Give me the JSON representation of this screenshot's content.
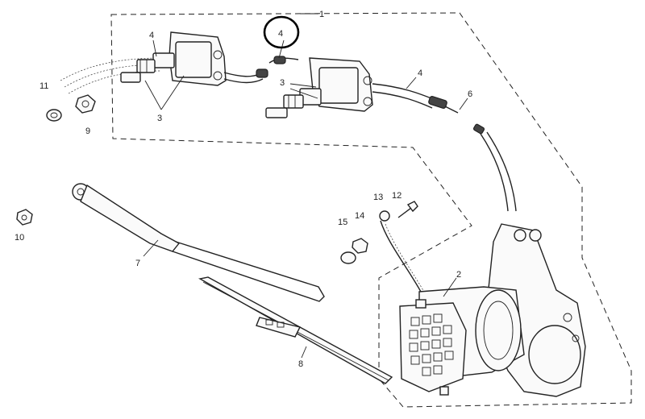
{
  "callouts": [
    {
      "id": "c1",
      "text": "1"
    },
    {
      "id": "c4a",
      "text": "4"
    },
    {
      "id": "c4b",
      "text": "4"
    },
    {
      "id": "c4c",
      "text": "4"
    },
    {
      "id": "c3a",
      "text": "3"
    },
    {
      "id": "c3b",
      "text": "3"
    },
    {
      "id": "c6",
      "text": "6"
    },
    {
      "id": "c11",
      "text": "11"
    },
    {
      "id": "c9",
      "text": "9"
    },
    {
      "id": "c10",
      "text": "10"
    },
    {
      "id": "c7",
      "text": "7"
    },
    {
      "id": "c8",
      "text": "8"
    },
    {
      "id": "c2",
      "text": "2"
    },
    {
      "id": "c13",
      "text": "13"
    },
    {
      "id": "c12",
      "text": "12"
    },
    {
      "id": "c14",
      "text": "14"
    },
    {
      "id": "c15",
      "text": "15"
    }
  ],
  "highlighted_callout": "4",
  "colors": {
    "line": "#222222",
    "background": "#ffffff",
    "highlight_ring": "#000000"
  }
}
